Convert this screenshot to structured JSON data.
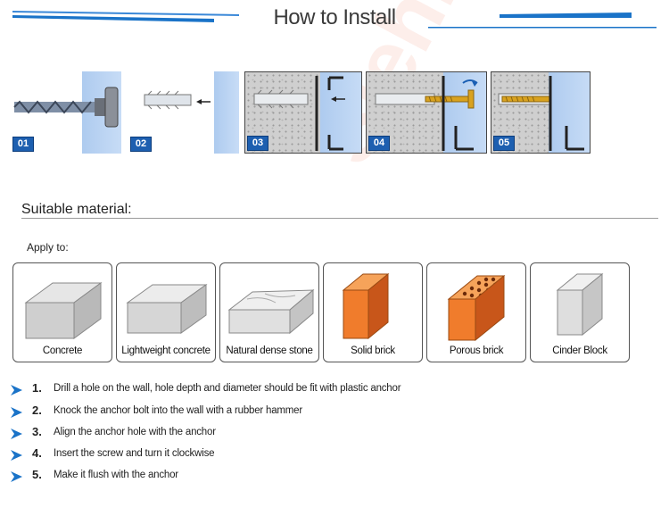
{
  "header": {
    "title": "How to Install",
    "accent_color": "#1a73c8"
  },
  "illustration": {
    "steps": [
      {
        "number": "01",
        "icon": "drill-icon"
      },
      {
        "number": "02",
        "icon": "plastic-anchor-icon"
      },
      {
        "number": "03",
        "icon": "anchor-in-wall-icon"
      },
      {
        "number": "04",
        "icon": "screw-driving-icon"
      },
      {
        "number": "05",
        "icon": "anchor-flush-icon"
      }
    ]
  },
  "materials_section": {
    "title": "Suitable material:",
    "apply_label": "Apply to:",
    "items": [
      {
        "name": "Concrete",
        "icon": "concrete-block-icon",
        "color": "#cfcfcf"
      },
      {
        "name": "Lightweight concrete",
        "icon": "lightweight-concrete-icon",
        "color": "#d6d6d6"
      },
      {
        "name": "Natural dense stone",
        "icon": "natural-stone-icon",
        "color": "#e0e0e0"
      },
      {
        "name": "Solid brick",
        "icon": "solid-brick-icon",
        "color": "#f07c2c"
      },
      {
        "name": "Porous brick",
        "icon": "porous-brick-icon",
        "color": "#f07c2c"
      },
      {
        "name": "Cinder Block",
        "icon": "cinder-block-icon",
        "color": "#dedede"
      }
    ]
  },
  "instructions": [
    {
      "number": "1.",
      "text": "Drill a hole on the wall, hole depth and diameter should be fit with plastic anchor"
    },
    {
      "number": "2.",
      "text": "Knock the anchor bolt into the wall with a rubber hammer"
    },
    {
      "number": "3.",
      "text": "Align the anchor hole with the anchor"
    },
    {
      "number": "4.",
      "text": "Insert the screw and turn it clockwise"
    },
    {
      "number": "5.",
      "text": "Make it flush with the anchor"
    }
  ],
  "watermark": {
    "text": "Slehk®"
  }
}
